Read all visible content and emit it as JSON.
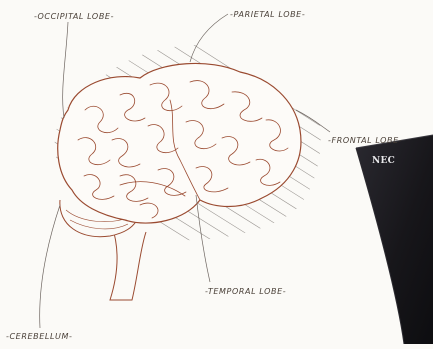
{
  "labels": {
    "occipital": "-OCCIPITAL LOBE-",
    "parietal": "-PARIETAL LOBE-",
    "frontal": "-FRONTAL LOBE-",
    "temporal": "-TEMPORAL LOBE-",
    "cerebellum": "-CEREBELLUM-"
  },
  "device": {
    "brand": "NEC"
  },
  "colors": {
    "background": "#fbfaf7",
    "brain_outline": "#9a4a30",
    "hatching": "#7a7470",
    "leader_lines": "#6d6560",
    "device_body": "#1d1c20"
  }
}
